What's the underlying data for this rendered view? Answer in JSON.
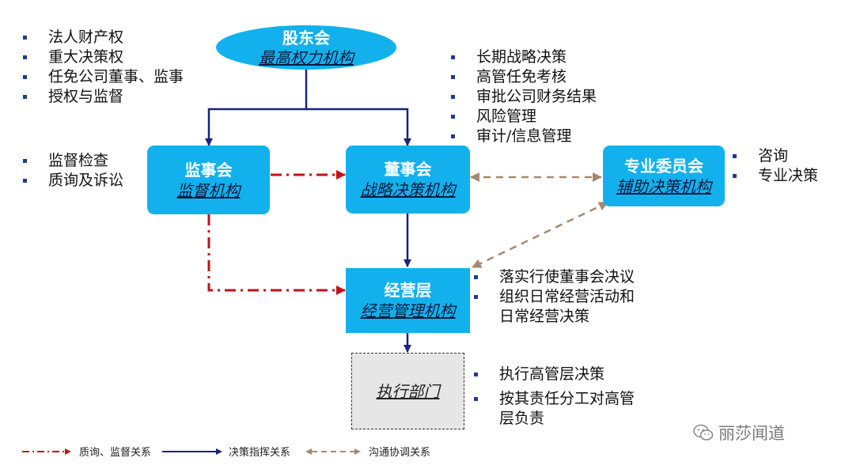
{
  "nodes": {
    "shareholders": {
      "title": "股东会",
      "subtitle": "最高权力机构"
    },
    "supervisory": {
      "title": "监事会",
      "subtitle": "监督机构"
    },
    "board": {
      "title": "董事会",
      "subtitle": "战略决策机构"
    },
    "committee": {
      "title": "专业委员会",
      "subtitle": "辅助决策机构"
    },
    "management": {
      "title": "经营层",
      "subtitle": "经营管理机构"
    },
    "execution": {
      "title": "执行部门"
    }
  },
  "bullets": {
    "shareholders": [
      "法人财产权",
      "重大决策权",
      "任免公司董事、监事",
      "授权与监督"
    ],
    "board": [
      "长期战略决策",
      "高管任免考核",
      "审批公司财务结果",
      "风险管理",
      "审计/信息管理"
    ],
    "supervisory": [
      "监督检查",
      "质询及诉讼"
    ],
    "committee": [
      "咨询",
      "专业决策"
    ],
    "management": [
      "落实行使董事会决议",
      "组织日常经营活动和",
      "日常经营决策"
    ],
    "execution": [
      "执行高管层决策",
      "按其责任分工对高管",
      "层负责"
    ]
  },
  "legend": {
    "inquiry": "质询、监督关系",
    "command": "决策指挥关系",
    "coordination": "沟通协调关系"
  },
  "watermark": "丽莎闻道",
  "colors": {
    "box_fill": "#12b1ee",
    "command_line": "#1a237e",
    "inquiry_line": "#c0121b",
    "coordination_line": "#a38a6d",
    "bullet": "#1f3a93"
  }
}
